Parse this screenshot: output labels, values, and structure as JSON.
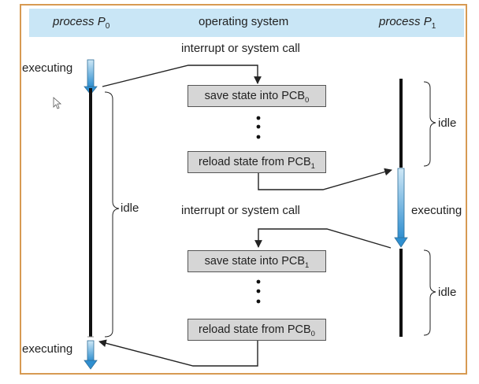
{
  "header": {
    "col_left": "process P",
    "col_left_sub": "0",
    "col_middle": "operating system",
    "col_right": "process P",
    "col_right_sub": "1"
  },
  "labels": {
    "executing_top": "executing",
    "executing_bottom": "executing",
    "executing_p1": "executing",
    "idle_p0": "idle",
    "idle_p1_top": "idle",
    "idle_p1_bottom": "idle",
    "interrupt_top": "interrupt or system call",
    "interrupt_mid": "interrupt or system call"
  },
  "boxes": {
    "save_pcb0": {
      "text": "save state into PCB",
      "sub": "0"
    },
    "reload_pcb1": {
      "text": "reload state from PCB",
      "sub": "1"
    },
    "save_pcb1": {
      "text": "save state into PCB",
      "sub": "1"
    },
    "reload_pcb0": {
      "text": "reload state from PCB",
      "sub": "0"
    }
  },
  "colors": {
    "frame": "#d79a52",
    "header": "#c9e6f6",
    "arrow_fill": "#5aa7d8",
    "box": "#d6d6d6"
  }
}
